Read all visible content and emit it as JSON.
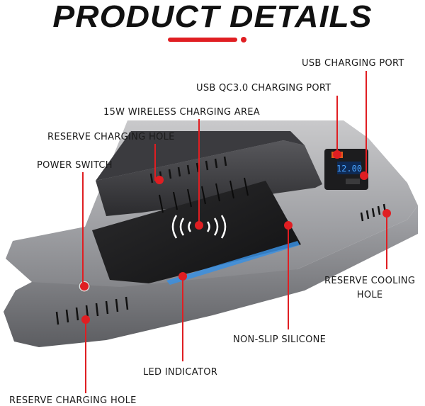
{
  "header": {
    "title": "PRODUCT DETAILS",
    "accent_color": "#e01e22"
  },
  "callouts": {
    "usb_charging_port": "USB CHARGING PORT",
    "usb_qc3_port": "USB QC3.0 CHARGING PORT",
    "wireless_area": "15W WIRELESS CHARGING AREA",
    "reserve_charging_hole_top": "RESERVE CHARGING HOLE",
    "power_switch": "POWER SWITCH",
    "reserve_cooling_hole": "RESERVE COOLING\nHOLE",
    "non_slip_silicone": "NON-SLIP SILICONE",
    "led_indicator": "LED INDICATOR",
    "reserve_charging_hole_bottom": "RESERVE CHARGING HOLE"
  },
  "display": {
    "readout": "12.00"
  },
  "colors": {
    "marker": "#e01e22",
    "led_blue": "#3a8fe0"
  }
}
